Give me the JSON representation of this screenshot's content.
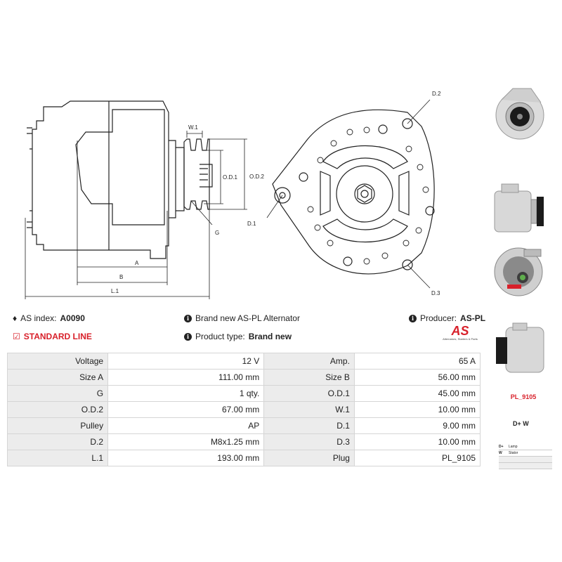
{
  "drawing": {
    "labels": {
      "w1": "W.1",
      "od1": "O.D.1",
      "od2": "O.D.2",
      "g": "G",
      "a": "A",
      "b": "B",
      "l1": "L.1",
      "d1": "D.1",
      "d2": "D.2",
      "d3": "D.3"
    }
  },
  "header": {
    "as_index_label": "AS index:",
    "as_index_value": "A0090",
    "description": "Brand new AS-PL Alternator",
    "producer_label": "Producer:",
    "producer_value": "AS-PL",
    "line_label": "STANDARD LINE",
    "product_type_label": "Product type:",
    "product_type_value": "Brand new",
    "logo_text": "AS",
    "logo_tagline": "Alternators, Starters & Parts"
  },
  "specs": [
    {
      "l1": "Voltage",
      "v1": "12 V",
      "l2": "Amp.",
      "v2": "65 A"
    },
    {
      "l1": "Size A",
      "v1": "111.00 mm",
      "l2": "Size B",
      "v2": "56.00 mm"
    },
    {
      "l1": "G",
      "v1": "1 qty.",
      "l2": "O.D.1",
      "v2": "45.00 mm"
    },
    {
      "l1": "O.D.2",
      "v1": "67.00 mm",
      "l2": "W.1",
      "v2": "10.00 mm"
    },
    {
      "l1": "Pulley",
      "v1": "AP",
      "l2": "D.1",
      "v2": "9.00 mm"
    },
    {
      "l1": "D.2",
      "v1": "M8x1.25 mm",
      "l2": "D.3",
      "v2": "10.00 mm"
    },
    {
      "l1": "L.1",
      "v1": "193.00 mm",
      "l2": "Plug",
      "v2": "PL_9105"
    }
  ],
  "plug": {
    "name": "PL_9105",
    "pins": "D+   W",
    "legend": [
      {
        "key": "D+",
        "desc": "Lamp"
      },
      {
        "key": "W",
        "desc": "Stator"
      },
      {
        "key": "",
        "desc": ""
      },
      {
        "key": "",
        "desc": ""
      }
    ]
  },
  "colors": {
    "accent": "#d8202a",
    "line": "#222222",
    "table_label_bg": "#ececec"
  }
}
